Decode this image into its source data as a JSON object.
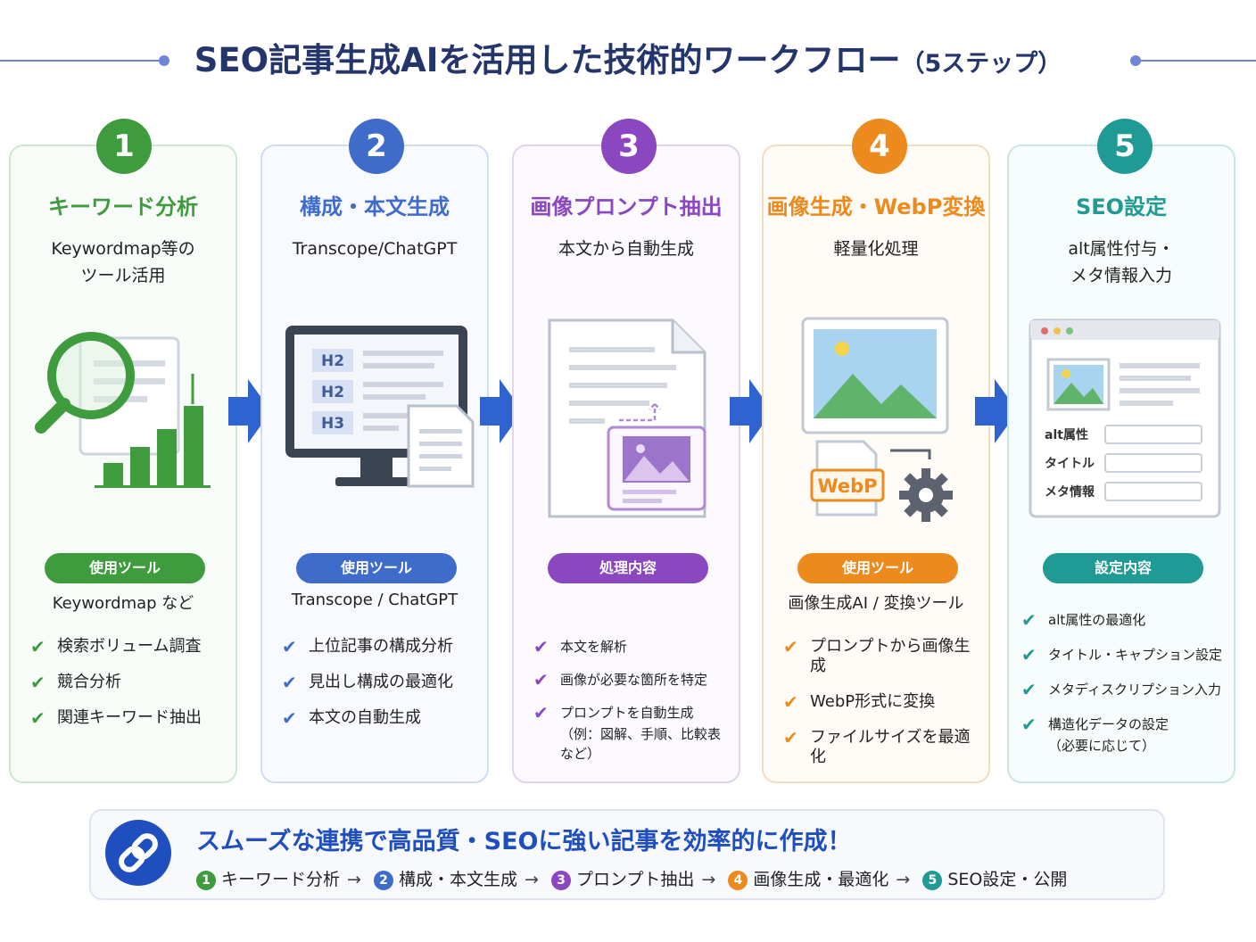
{
  "title": {
    "main": "SEO記事生成AIを活用した技術的ワークフロー",
    "sub": "（5ステップ）"
  },
  "steps": [
    {
      "num": "1",
      "title": "キーワード分析",
      "subtitle": "Keywordmap等の\nツール活用",
      "pill": "使用ツール",
      "tool": "Keywordmap など",
      "checks": [
        "検索ボリューム調査",
        "競合分析",
        "関連キーワード抽出"
      ],
      "color": "#3e9b3e"
    },
    {
      "num": "2",
      "title": "構成・本文生成",
      "subtitle": "Transcope/ChatGPT",
      "pill": "使用ツール",
      "tool": "Transcope / ChatGPT",
      "checks": [
        "上位記事の構成分析",
        "見出し構成の最適化",
        "本文の自動生成"
      ],
      "color": "#3f6ccb",
      "headings": [
        "H2",
        "H2",
        "H3"
      ]
    },
    {
      "num": "3",
      "title": "画像プロンプト抽出",
      "subtitle": "本文から自動生成",
      "pill": "処理内容",
      "tool": "",
      "checks": [
        "本文を解析",
        "画像が必要な箇所を特定",
        "プロンプトを自動生成"
      ],
      "note": "（例：図解、手順、比較表など）",
      "color": "#8a47c0"
    },
    {
      "num": "4",
      "title": "画像生成・WebP変換",
      "subtitle": "軽量化処理",
      "pill": "使用ツール",
      "tool": "画像生成AI / 変換ツール",
      "checks": [
        "プロンプトから画像生成",
        "WebP形式に変換",
        "ファイルサイズを最適化"
      ],
      "color": "#ec8a1e",
      "webp_label": "WebP"
    },
    {
      "num": "5",
      "title": "SEO設定",
      "subtitle": "alt属性付与・\nメタ情報入力",
      "pill": "設定内容",
      "tool": "",
      "checks": [
        "alt属性の最適化",
        "タイトル・キャプション設定",
        "メタディスクリプション入力",
        "構造化データの設定"
      ],
      "note": "（必要に応じて）",
      "color": "#1f9a94",
      "fields": [
        "alt属性",
        "タイトル",
        "メタ情報"
      ]
    }
  ],
  "banner": {
    "main": "スムーズな連携で高品質・SEOに強い記事を効率的に作成！",
    "flow": [
      {
        "num": "1",
        "label": "キーワード分析"
      },
      {
        "num": "2",
        "label": "構成・本文生成"
      },
      {
        "num": "3",
        "label": "プロンプト抽出"
      },
      {
        "num": "4",
        "label": "画像生成・最適化"
      },
      {
        "num": "5",
        "label": "SEO設定・公開"
      }
    ],
    "arrow": "→"
  }
}
